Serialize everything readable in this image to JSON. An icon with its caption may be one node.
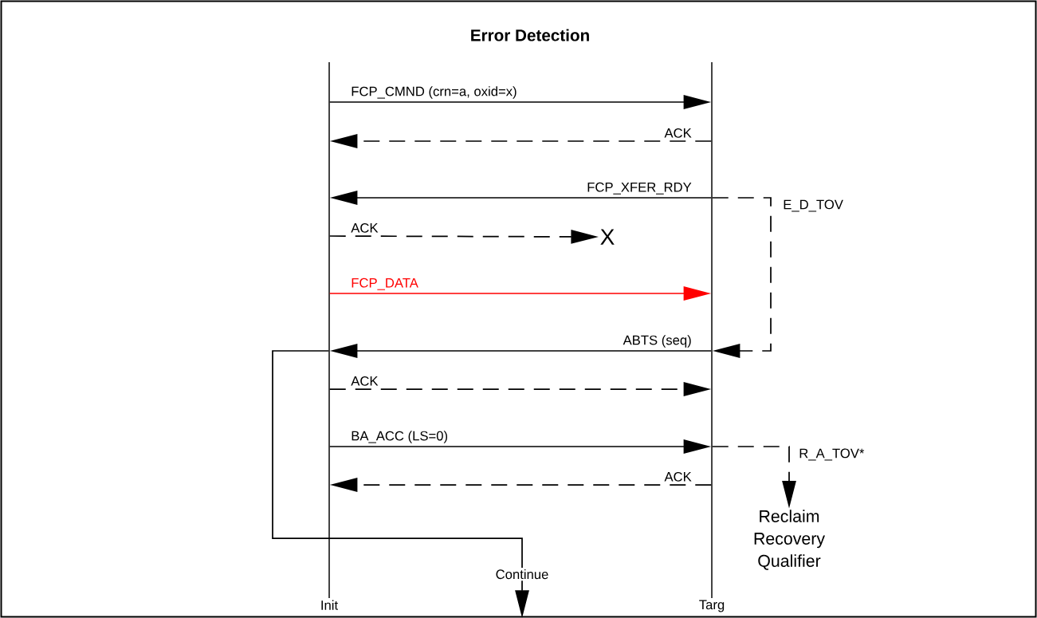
{
  "diagram": {
    "title": "Error Detection",
    "nodes": [
      {
        "text": [
          "Init"
        ]
      },
      {
        "text": [
          "Targ"
        ]
      },
      {
        "text": [
          "X"
        ]
      },
      {
        "text": [
          "Reclaim Recovery Qualifier"
        ]
      }
    ],
    "edges": [
      {
        "from": 0,
        "to": 1,
        "arrow": "to",
        "label": "FCP_CMND (crn=a, oxid=x)"
      },
      {
        "from": 1,
        "to": 0,
        "arrow": "to",
        "label": "ACK",
        "style": "dashed"
      },
      {
        "from": 1,
        "to": 0,
        "arrow": "to",
        "label": "FCP_XFER_RDY"
      },
      {
        "from": 0,
        "to": 2,
        "arrow": "to",
        "label": "ACK",
        "style": "dashed"
      },
      {
        "from": 0,
        "to": 1,
        "arrow": "to",
        "label": "FCP_DATA",
        "color": "#ff0000"
      },
      {
        "from": 1,
        "to": 0,
        "arrow": "to",
        "label": "ABTS (seq)"
      },
      {
        "from": 0,
        "to": 1,
        "arrow": "to",
        "label": "ACK",
        "style": "dashed"
      },
      {
        "from": 0,
        "to": 1,
        "arrow": "to",
        "label": "BA_ACC (LS=0)"
      },
      {
        "from": 1,
        "to": 0,
        "arrow": "to",
        "label": "ACK",
        "style": "dashed"
      },
      {
        "from": 1,
        "to": 1,
        "arrow": "to",
        "label": "E_D_TOV",
        "style": "dashed"
      },
      {
        "from": 1,
        "to": 3,
        "arrow": "to",
        "label": "R_A_TOV*",
        "style": "dashed"
      },
      {
        "from": 0,
        "to": null,
        "arrow": "to",
        "label": "Continue"
      }
    ]
  }
}
